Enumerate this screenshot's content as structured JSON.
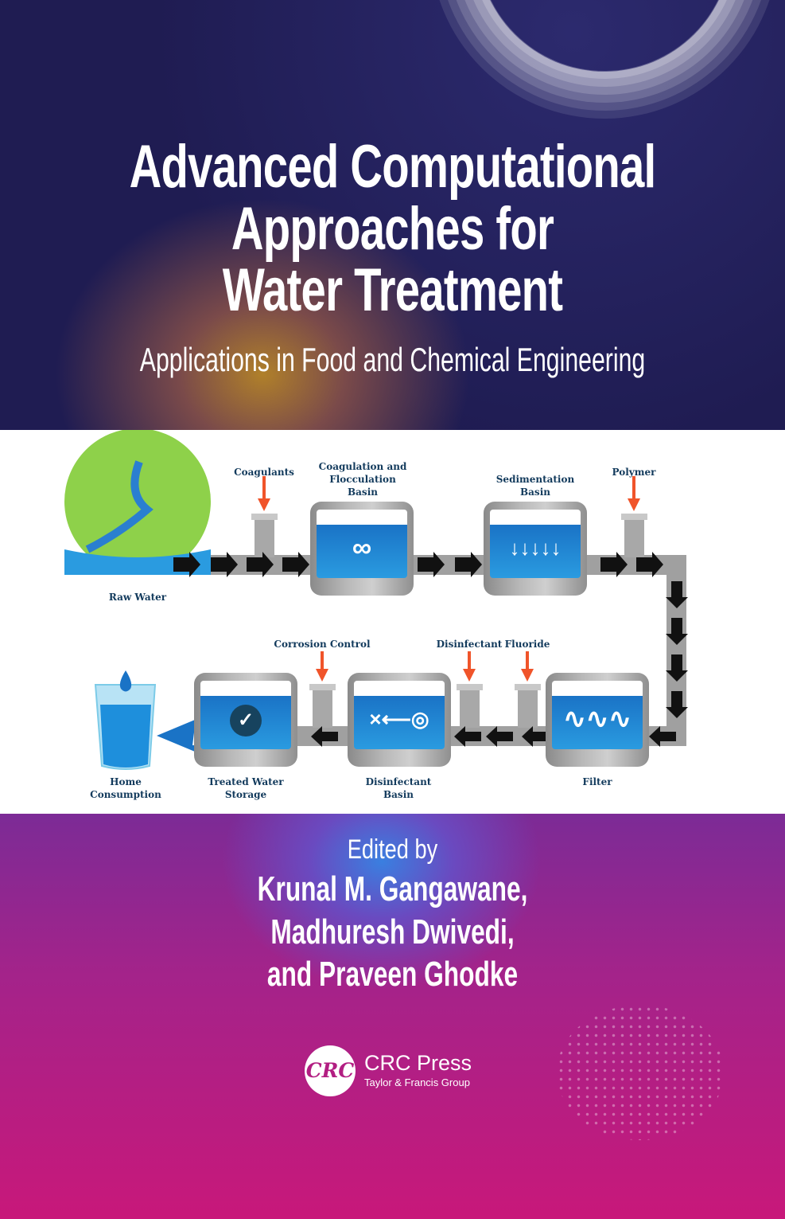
{
  "title": {
    "line1": "Advanced Computational",
    "line2": "Approaches for",
    "line3": "Water Treatment"
  },
  "subtitle": "Applications in Food and Chemical Engineering",
  "diagram": {
    "raw_water": "Raw Water",
    "coagulants": "Coagulants",
    "coag_basin": "Coagulation and Flocculation Basin",
    "sed_basin": "Sedimentation Basin",
    "polymer": "Polymer",
    "corrosion": "Corrosion Control",
    "disinfectant": "Disinfectant",
    "fluoride": "Fluoride",
    "home": "Home Consumption",
    "treated": "Treated Water Storage",
    "disinfectant_basin": "Disinfectant Basin",
    "filter": "Filter",
    "colors": {
      "water": "#1a73c6",
      "pipe": "#a0a0a0",
      "feed_arrow": "#f0542a",
      "label": "#123a5c"
    }
  },
  "editors": {
    "edited_by": "Edited by",
    "line1": "Krunal M. Gangawane,",
    "line2": "Madhuresh Dwivedi,",
    "line3": "and Praveen Ghodke"
  },
  "publisher": {
    "logo": "CRC",
    "name": "CRC Press",
    "group": "Taylor & Francis Group"
  }
}
